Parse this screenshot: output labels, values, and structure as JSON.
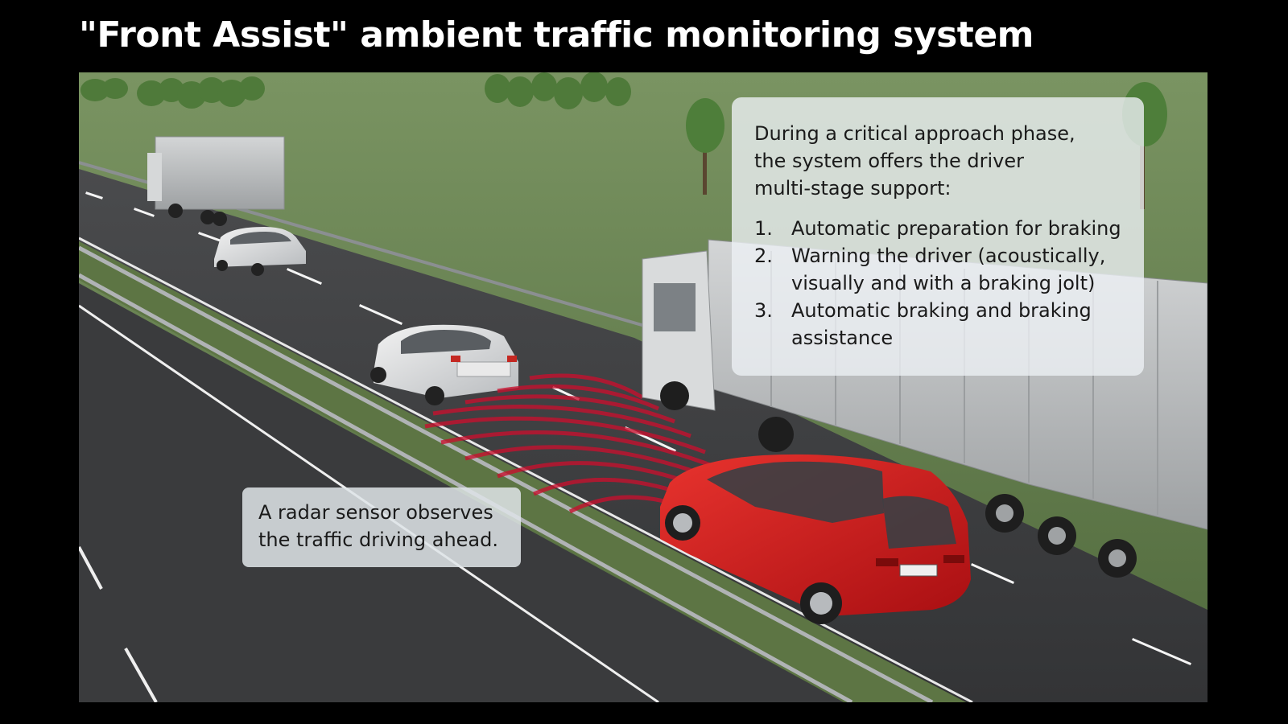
{
  "title": "\"Front Assist\" ambient traffic monitoring system",
  "info_box": {
    "intro_lines": [
      "During a critical approach phase,",
      "the system offers the driver",
      "multi-stage support:"
    ],
    "steps": [
      {
        "number": "1.",
        "lines": [
          "Automatic preparation for braking"
        ]
      },
      {
        "number": "2.",
        "lines": [
          "Warning the driver (acoustically,",
          "visually and with a braking jolt)"
        ]
      },
      {
        "number": "3.",
        "lines": [
          "Automatic braking and braking",
          "assistance"
        ]
      }
    ]
  },
  "radar_box": {
    "lines": [
      "A radar sensor observes",
      "the traffic driving ahead."
    ]
  },
  "colors": {
    "background": "#000000",
    "title_text": "#ffffff",
    "grass": "#5e7a48",
    "road": "#3a3b3d",
    "radar_wave": "#c8102e",
    "ego_car": "#d81e1e",
    "truck": "#b5b7b8"
  }
}
